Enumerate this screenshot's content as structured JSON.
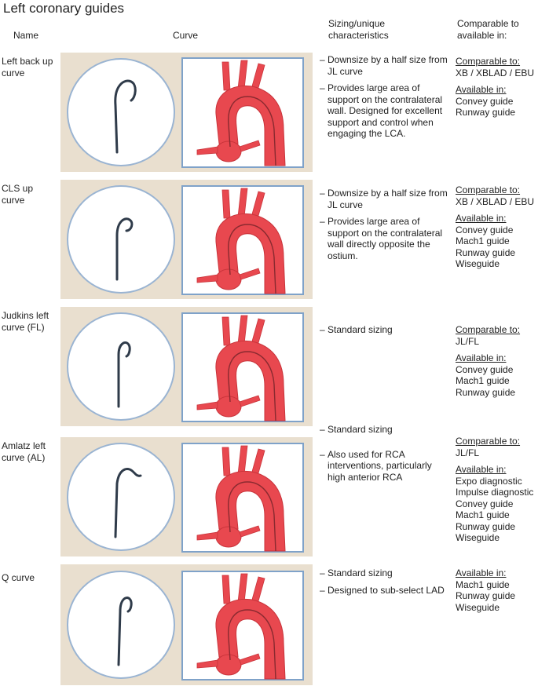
{
  "title": "Left coronary guides",
  "headers": {
    "name": "Name",
    "curve": "Curve",
    "characteristics": "Sizing/unique characteristics",
    "comparable": "Comparable to available in:"
  },
  "rows": [
    {
      "name": "Left back up curve",
      "chars": [
        "Downsize by a half size from JL curve",
        "Provides large area of support on the contralateral wall. Designed for excellent support and control when engaging the LCA."
      ],
      "comparable_label": "Comparable to:",
      "comparable": [
        "XB / XBLAD / EBU"
      ],
      "available_label": "Available in:",
      "available": [
        "Convey guide",
        "Runway guide"
      ]
    },
    {
      "name": "CLS up curve",
      "chars": [
        "Downsize by a half size from JL curve",
        "Provides large area of support on the contralateral wall directly opposite the ostium."
      ],
      "comparable_label": "Comparable to:",
      "comparable": [
        "XB / XBLAD / EBU"
      ],
      "available_label": "Available in:",
      "available": [
        "Convey guide",
        "Mach1 guide",
        "Runway guide",
        "Wiseguide"
      ]
    },
    {
      "name": "Judkins left curve (FL)",
      "chars": [
        "Standard sizing"
      ],
      "comparable_label": "Comparable to:",
      "comparable": [
        "JL/FL"
      ],
      "available_label": "Available in:",
      "available": [
        "Convey guide",
        "Mach1 guide",
        "Runway guide"
      ]
    },
    {
      "name": "Amlatz left curve (AL)",
      "chars": [
        "Standard sizing",
        "Also used for RCA interventions, particularly high anterior RCA"
      ],
      "comparable_label": "Comparable to:",
      "comparable": [
        "JL/FL"
      ],
      "available_label": "Available in:",
      "available": [
        "Expo diagnostic",
        "Impulse diagnostic",
        "Convey guide",
        "Mach1 guide",
        "Runway guide",
        "Wiseguide"
      ]
    },
    {
      "name": "Q curve",
      "chars": [
        "Standard sizing",
        "Designed to sub-select LAD"
      ],
      "comparable_label": "",
      "comparable": [],
      "available_label": "Available in:",
      "available": [
        "Mach1 guide",
        "Runway guide",
        "Wiseguide"
      ]
    }
  ],
  "colors": {
    "panel_bg": "#e9dfcf",
    "aorta_red": "#e8484f",
    "catheter": "#2f3b4a",
    "frame_blue": "#7fa2c9"
  }
}
